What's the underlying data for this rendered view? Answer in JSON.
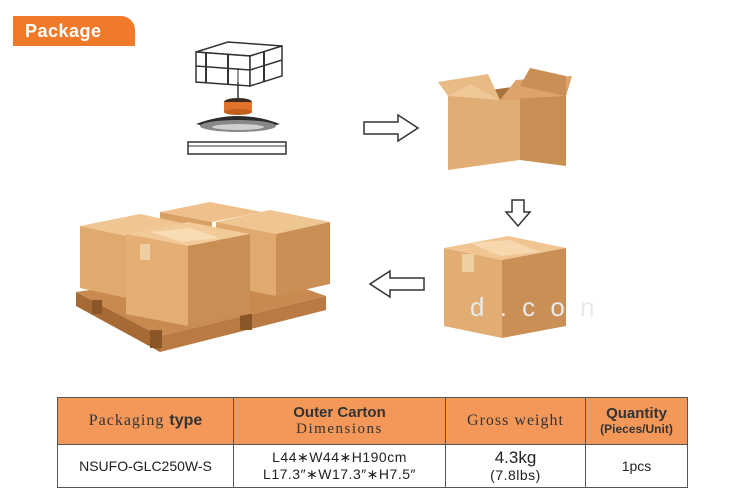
{
  "section_title": "Package",
  "watermark": "d . c o n",
  "table": {
    "headers": {
      "packaging_type_pre": "Packaging",
      "packaging_type_bold": "type",
      "outer_carton_line1": "Outer Carton",
      "outer_carton_line2": "Dimensions",
      "gross_weight": "Gross weight",
      "quantity_line1": "Quantity",
      "quantity_line2": "(Pieces/Unit)"
    },
    "row": {
      "model": "NSUFO-GLC250W-S",
      "dimensions_metric": "L44∗W44∗H190cm",
      "dimensions_imperial": "L17.3″∗W17.3″∗H7.5″",
      "weight_kg": "4.3kg",
      "weight_lbs": "(7.8lbs)",
      "quantity": "1pcs"
    }
  },
  "colors": {
    "accent": "#f07a2a",
    "table_header": "#f4985a",
    "carton": "#d9a66e"
  }
}
